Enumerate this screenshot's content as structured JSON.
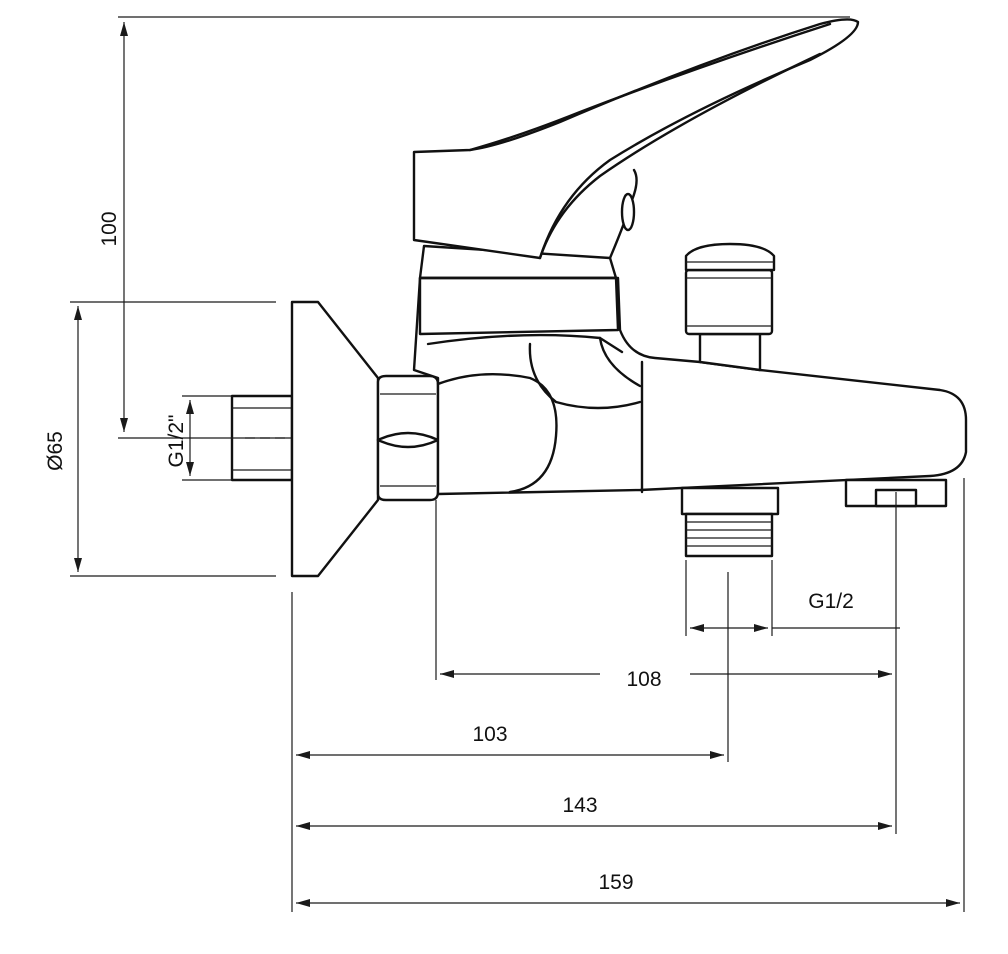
{
  "dimensions": {
    "height_total": "100",
    "flange_diameter": "Ø65",
    "inlet_thread": "G1/2\"",
    "outlet_thread": "G1/2",
    "inlet_to_spout": "108",
    "wall_to_outlet": "103",
    "wall_to_spout": "143",
    "overall_length": "159"
  },
  "colors": {
    "line": "#111111",
    "background": "#ffffff"
  }
}
